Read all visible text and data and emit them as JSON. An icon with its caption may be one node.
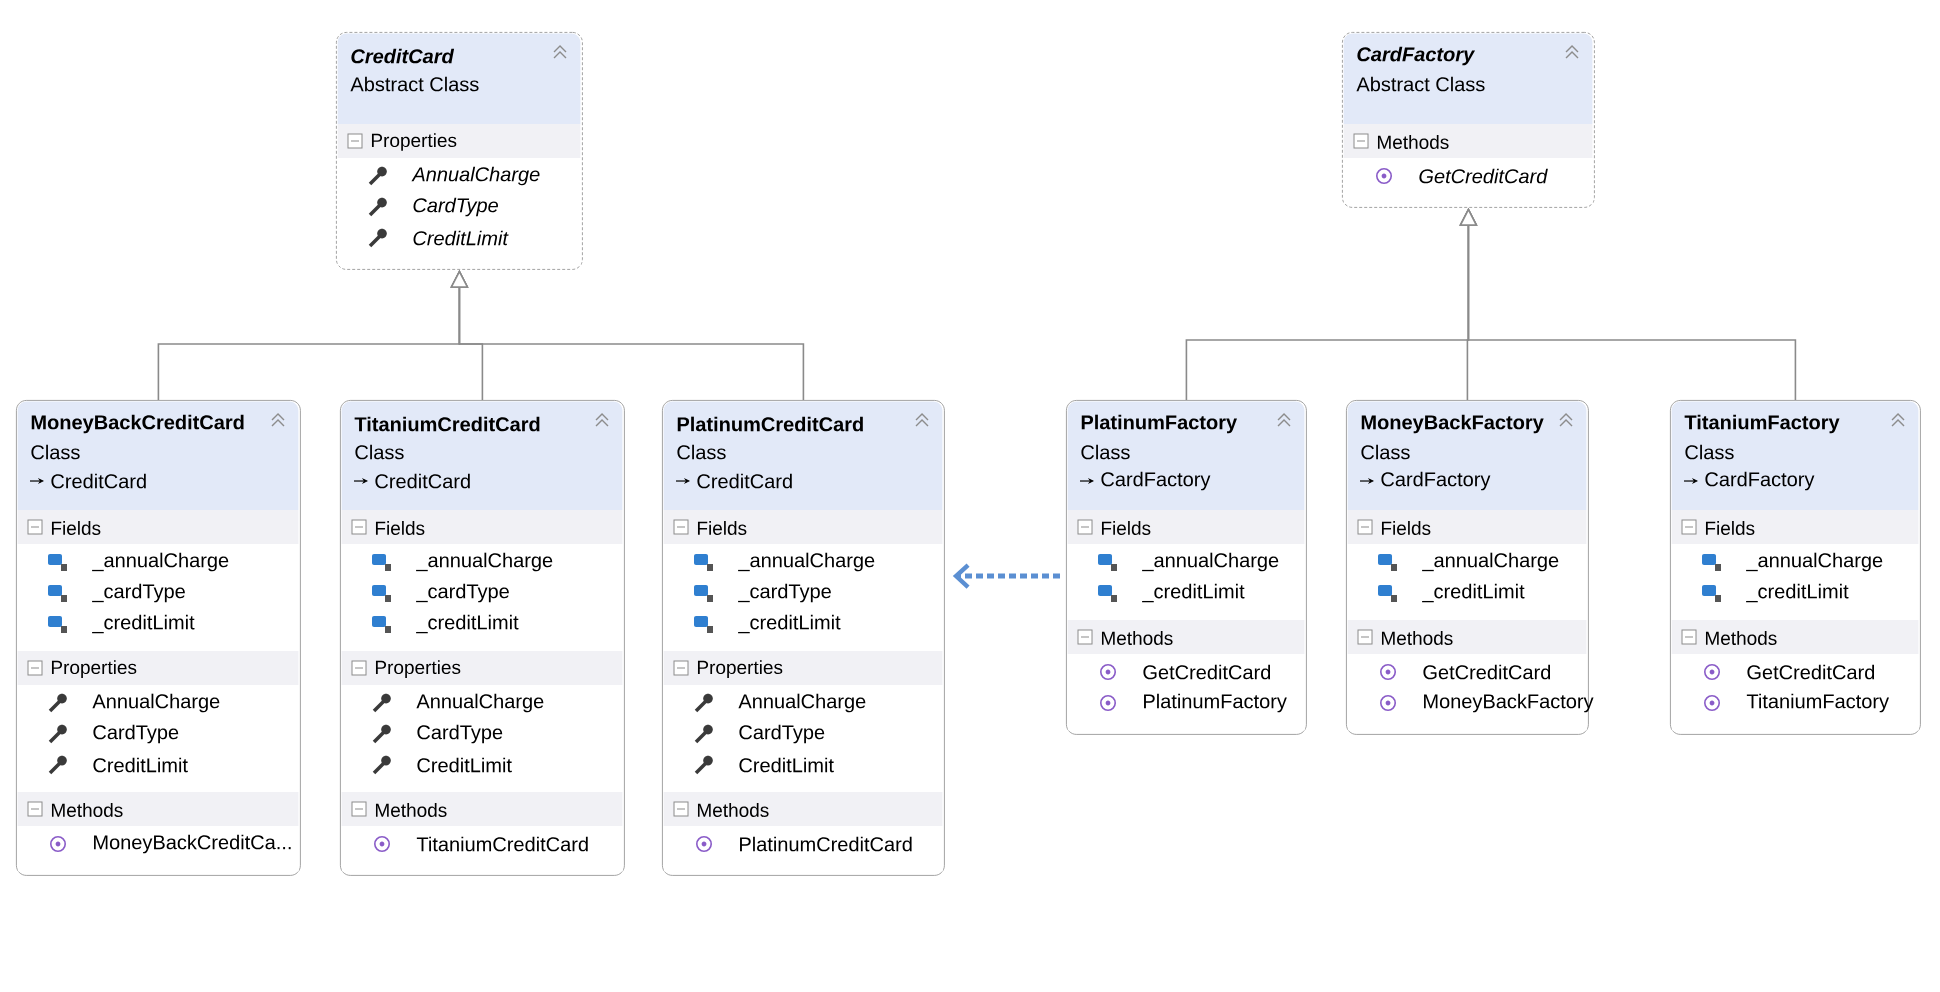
{
  "diagram": {
    "nodes": [
      {
        "text": [
          "CreditCard",
          "Abstract Class"
        ]
      },
      {
        "text": [
          "Properties",
          "AnnualCharge",
          "CardType",
          "CreditLimit"
        ],
        "in": 0
      },
      {
        "text": [
          "CardFactory",
          "Abstract Class"
        ]
      },
      {
        "text": [
          "Methods",
          "GetCreditCard"
        ],
        "in": 2
      },
      {
        "text": [
          "MoneyBackCreditCard",
          "Class",
          "CreditCard"
        ]
      },
      {
        "text": [
          "Fields",
          "_annualCharge",
          "_cardType",
          "_creditLimit"
        ],
        "in": 4
      },
      {
        "text": [
          "Properties",
          "AnnualCharge",
          "CardType",
          "CreditLimit"
        ],
        "in": 4
      },
      {
        "text": [
          "Methods",
          "MoneyBackCreditCa..."
        ],
        "in": 4
      },
      {
        "text": [
          "TitaniumCreditCard",
          "Class",
          "CreditCard"
        ]
      },
      {
        "text": [
          "Fields",
          "_annualCharge",
          "_cardType",
          "_creditLimit"
        ],
        "in": 8
      },
      {
        "text": [
          "Properties",
          "AnnualCharge",
          "CardType",
          "CreditLimit"
        ],
        "in": 8
      },
      {
        "text": [
          "Methods",
          "TitaniumCreditCard"
        ],
        "in": 8
      },
      {
        "text": [
          "PlatinumCreditCard",
          "Class",
          "CreditCard"
        ]
      },
      {
        "text": [
          "Fields",
          "_annualCharge",
          "_cardType",
          "_creditLimit"
        ],
        "in": 12
      },
      {
        "text": [
          "Properties",
          "AnnualCharge",
          "CardType",
          "CreditLimit"
        ],
        "in": 12
      },
      {
        "text": [
          "Methods",
          "PlatinumCreditCard"
        ],
        "in": 12
      },
      {
        "text": [
          "PlatinumFactory",
          "Class",
          "CardFactory"
        ]
      },
      {
        "text": [
          "Fields",
          "_annualCharge",
          "_creditLimit"
        ],
        "in": 16
      },
      {
        "text": [
          "Methods",
          "GetCreditCard",
          "PlatinumFactory"
        ],
        "in": 16
      },
      {
        "text": [
          "MoneyBackFactory",
          "Class",
          "CardFactory"
        ]
      },
      {
        "text": [
          "Fields",
          "_annualCharge",
          "_creditLimit"
        ],
        "in": 19
      },
      {
        "text": [
          "Methods",
          "GetCreditCard",
          "MoneyBackFactory"
        ],
        "in": 19
      },
      {
        "text": [
          "TitaniumFactory",
          "Class",
          "CardFactory"
        ]
      },
      {
        "text": [
          "Fields",
          "_annualCharge",
          "_creditLimit"
        ],
        "in": 22
      },
      {
        "text": [
          "Methods",
          "GetCreditCard",
          "TitaniumFactory"
        ],
        "in": 22
      }
    ],
    "edges": [
      {
        "from": 4,
        "to": 0,
        "arrow": "to"
      },
      {
        "from": 8,
        "to": 0,
        "arrow": "to"
      },
      {
        "from": 12,
        "to": 0,
        "arrow": "to"
      },
      {
        "from": 16,
        "to": 2,
        "arrow": "to"
      },
      {
        "from": 19,
        "to": 2,
        "arrow": "to"
      },
      {
        "from": 22,
        "to": 2,
        "arrow": "to"
      },
      {
        "from": 16,
        "to": 12,
        "arrow": "to",
        "style": "dashed",
        "color": "#5b8fd2"
      }
    ]
  }
}
